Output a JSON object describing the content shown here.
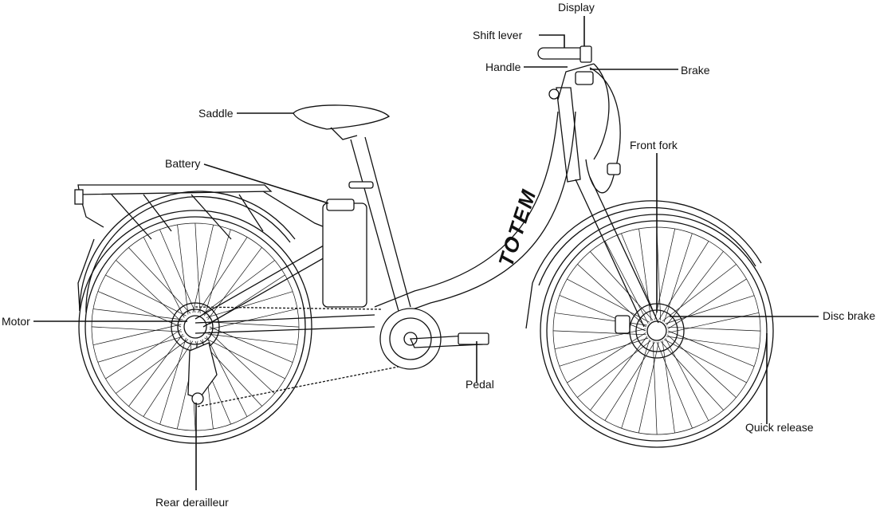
{
  "brand": "TOTEM",
  "labels": {
    "display": "Display",
    "shift_lever": "Shift lever",
    "handle": "Handle",
    "brake": "Brake",
    "saddle": "Saddle",
    "battery": "Battery",
    "front_fork": "Front fork",
    "motor": "Motor",
    "disc_brake": "Disc brake",
    "pedal": "Pedal",
    "quick_release": "Quick release",
    "rear_derailleur": "Rear derailleur"
  }
}
